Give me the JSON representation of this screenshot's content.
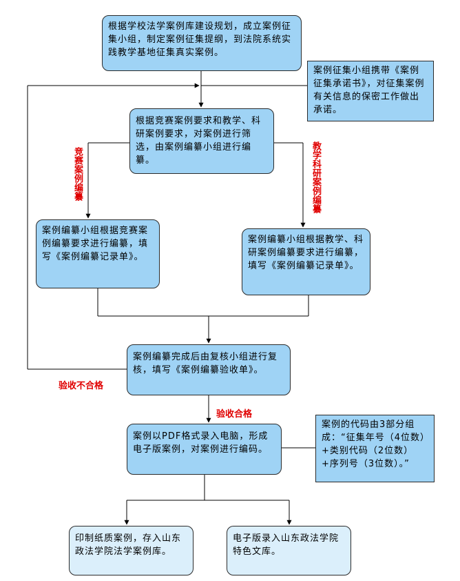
{
  "nodes": {
    "planning": "根据学校法学案例库建设规划，成立案例征集小组，制定案例征集提纲，到法院系统实践教学基地征集真实案例。",
    "promise_note": "案例征集小组携带《案例征集承诺书》，对征集案例有关信息的保密工作做出承诺。",
    "screening": "根据竞赛案例要求和教学、科研案例要求，对案例进行筛选，由案例编纂小组进行编纂。",
    "competition_compile": "案例编纂小组根据竞赛案例编纂要求进行编纂，填写《案例编纂记录单》。",
    "research_compile": "案例编纂小组根据教学、科研案例编纂要求进行编纂，填写《案例编纂记录单》。",
    "review": "案例编纂完成后由复核小组进行复核，填写《案例编纂验收单》。",
    "pdf_entry": "案例以PDF格式录入电脑，形成电子版案例，对案例进行编码。",
    "code_note": "案例的代码由3部分组成：“征集年号（4位数）+类别代码（2位数）+序列号（3位数）。”",
    "print_store": "印制纸质案例，存入山东政法学院法学案例库。",
    "electronic_store": "电子版录入山东政法学院特色文库。"
  },
  "edge_labels": {
    "competition": "竞赛案例编纂",
    "research": "教学科研案例编纂",
    "fail": "验收不合格",
    "pass": "验收合格"
  }
}
